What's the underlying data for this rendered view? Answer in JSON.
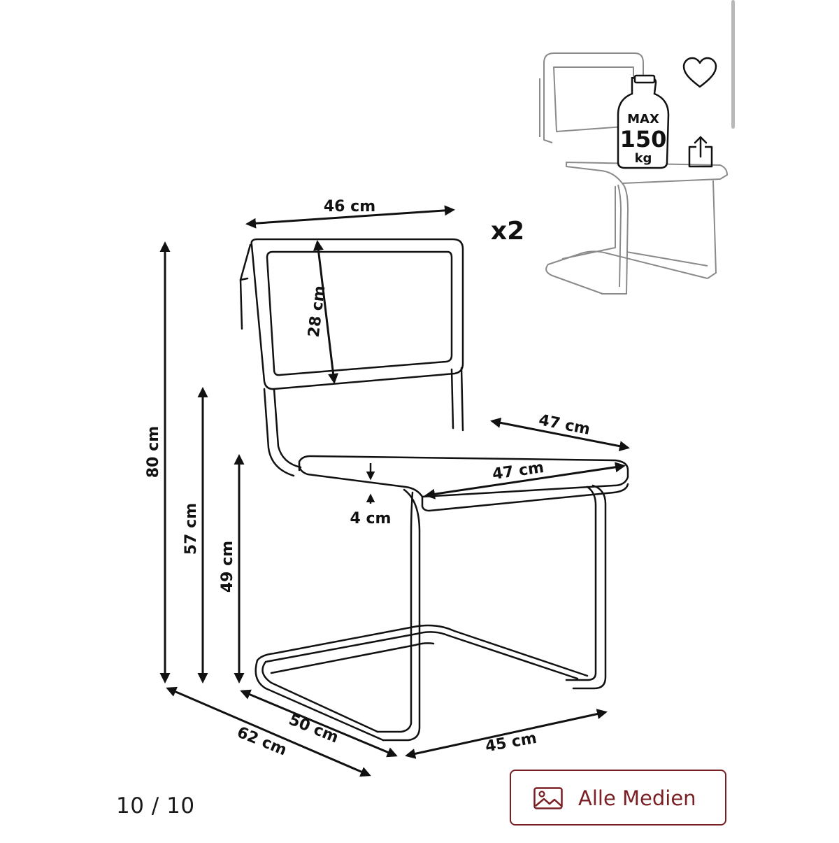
{
  "dimensions": {
    "top_width": "46 cm",
    "backrest_height": "28 cm",
    "seat_depth": "47 cm",
    "seat_width": "47 cm",
    "seat_thickness": "4 cm",
    "total_height": "80 cm",
    "armrest_height": "57 cm",
    "seat_height": "49 cm",
    "total_depth": "62 cm",
    "base_depth": "50 cm",
    "base_width": "45 cm"
  },
  "quantity": "x2",
  "load_badge": {
    "line1": "MAX",
    "line2": "150",
    "line3": "kg"
  },
  "gallery": {
    "counter": "10 / 10"
  },
  "actions": {
    "all_media_label": "Alle Medien"
  },
  "icons": {
    "favorite": "heart-icon",
    "share": "share-icon",
    "media": "image-icon"
  },
  "colors": {
    "accent": "#7a1f24",
    "line": "#111111",
    "outline": "#8a8a8a"
  }
}
